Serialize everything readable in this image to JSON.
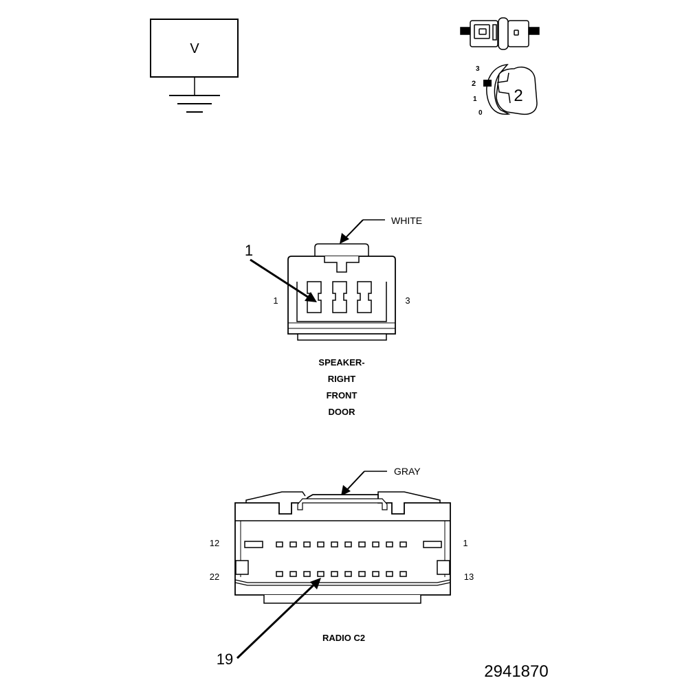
{
  "voltmeter": {
    "label": "V"
  },
  "ignition_switch": {
    "positions": [
      "3",
      "2",
      "1",
      "0"
    ],
    "selected": "2"
  },
  "speaker_connector": {
    "color_label": "WHITE",
    "callout_pin": "1",
    "pin_left": "1",
    "pin_right": "3",
    "name_lines": [
      "SPEAKER-",
      "RIGHT",
      "FRONT",
      "DOOR"
    ]
  },
  "radio_connector": {
    "color_label": "GRAY",
    "top_left_pin": "12",
    "top_right_pin": "1",
    "bottom_left_pin": "22",
    "bottom_right_pin": "13",
    "callout_pin": "19",
    "name": "RADIO C2"
  },
  "figure_id": "2941870"
}
